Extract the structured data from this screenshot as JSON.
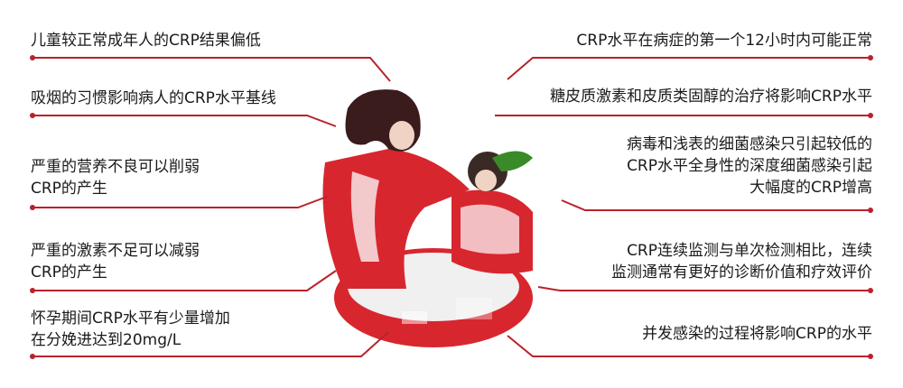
{
  "left_notes": [
    {
      "text": "儿童较正常成年人的CRP结果偏低"
    },
    {
      "text": "吸烟的习惯影响病人的CRP水平基线"
    },
    {
      "lines": [
        "严重的营养不良可以削弱",
        "CRP的产生"
      ]
    },
    {
      "lines": [
        "严重的激素不足可以减弱",
        "CRP的产生"
      ]
    },
    {
      "lines": [
        "怀孕期间CRP水平有少量增加",
        "在分娩进达到20mg/L"
      ]
    }
  ],
  "right_notes": [
    {
      "text": "CRP水平在病症的第一个12小时内可能正常"
    },
    {
      "text": "糖皮质激素和皮质类固醇的治疗将影响CRP水平"
    },
    {
      "lines": [
        "病毒和浅表的细菌感染只引起较低的",
        "CRP水平全身性的深度细菌感染引起",
        "大幅度的CRP增高"
      ]
    },
    {
      "lines": [
        "CRP连续监测与单次检测相比，连续",
        "监测通常有更好的诊断价值和疗效评价"
      ]
    },
    {
      "text": "并发感染的过程将影响CRP的水平"
    }
  ],
  "colors": {
    "accent": "#b9222b",
    "illustration_red": "#d8262f"
  },
  "illustration": {
    "icon": "mother-and-child-figure-icon"
  }
}
